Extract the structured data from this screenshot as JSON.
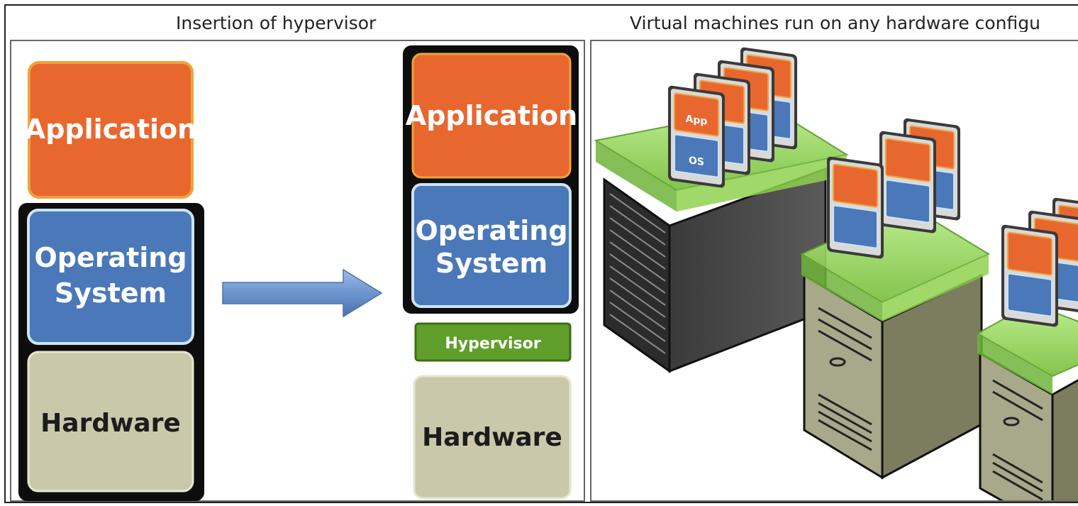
{
  "captions": {
    "left": "Insertion of hypervisor",
    "right": "Virtual machines run on any hardware configu"
  },
  "before_stack": {
    "application": "Application",
    "os_line1": "Operating",
    "os_line2": "System",
    "hardware": "Hardware"
  },
  "after_stack": {
    "application": "Application",
    "os_line1": "Operating",
    "os_line2": "System",
    "hypervisor": "Hypervisor",
    "hardware": "Hardware"
  },
  "vm_labels": {
    "app": "App",
    "os": "OS"
  },
  "colors": {
    "application": "#e8672f",
    "operating_system": "#4a78b8",
    "hardware": "#c9c8aa",
    "hypervisor": "#5f9e2b",
    "arrow": "#6d95cd",
    "virtualization_layer": "#8fd14f"
  }
}
